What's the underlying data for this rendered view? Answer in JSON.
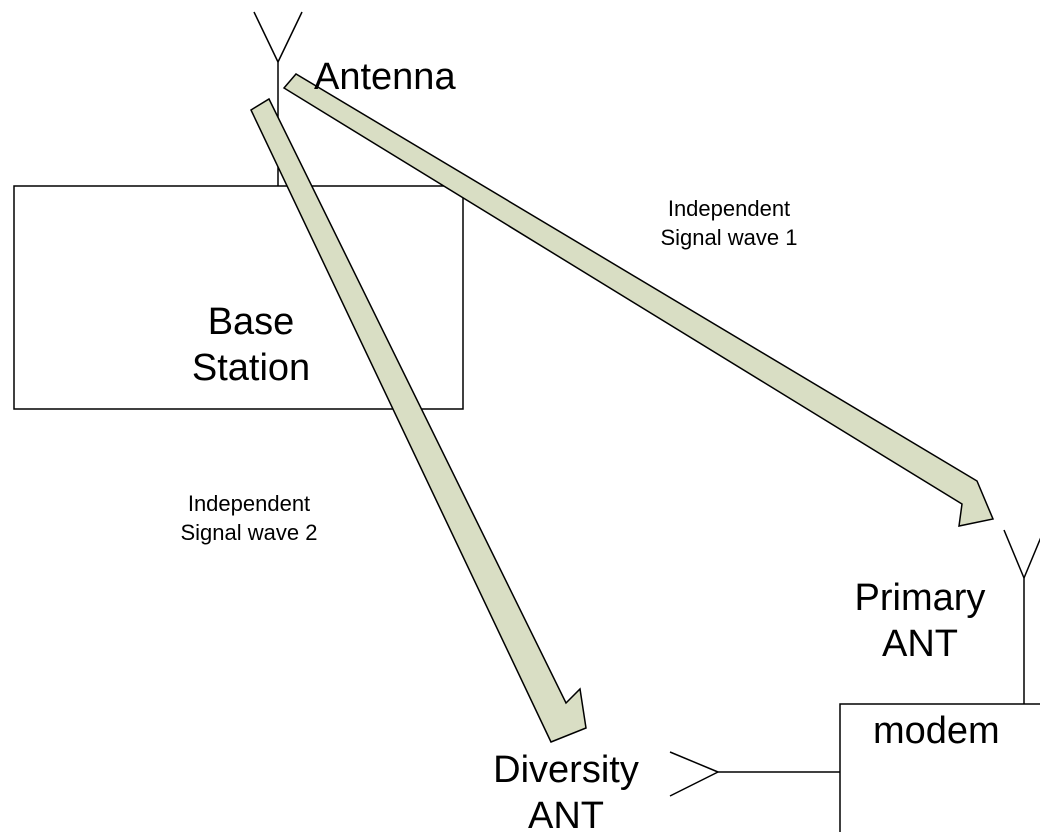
{
  "labels": {
    "antenna": "Antenna",
    "base_station": [
      "Base",
      "Station"
    ],
    "signal_1": [
      "Independent",
      "Signal wave 1"
    ],
    "signal_2": [
      "Independent",
      "Signal wave 2"
    ],
    "primary_ant": [
      "Primary",
      "ANT"
    ],
    "modem": "modem",
    "diversity_ant": [
      "Diversity",
      "ANT"
    ]
  },
  "colors": {
    "arrow_fill": "#d9dec4",
    "stroke": "#000000",
    "background": "#ffffff"
  }
}
